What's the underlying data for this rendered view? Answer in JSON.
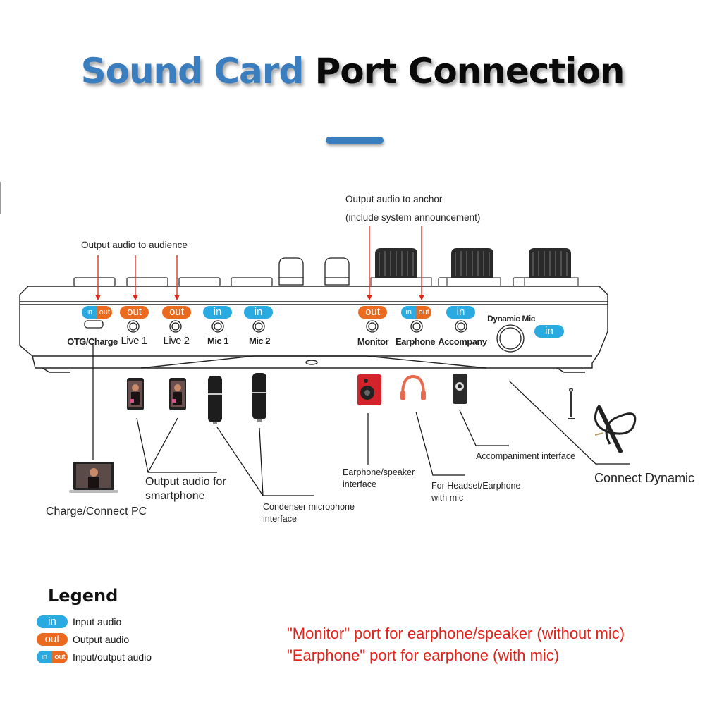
{
  "title": {
    "part1": "Sound Card",
    "part2": "Port Connection"
  },
  "colors": {
    "title_blue": "#3a7ebf",
    "in": "#29abe2",
    "out": "#ea6a1f",
    "arrow_red": "#e2231a",
    "note_red": "#e2231a"
  },
  "annotations": {
    "audience": "Output audio to audience",
    "anchor_line1": "Output audio to anchor",
    "anchor_line2": "(include system announcement)"
  },
  "ports": [
    {
      "id": "otg",
      "label": "OTG/Charge",
      "type": "io",
      "in": "in",
      "out": "out"
    },
    {
      "id": "live1",
      "label": "Live 1",
      "type": "out",
      "tag": "out"
    },
    {
      "id": "live2",
      "label": "Live 2",
      "type": "out",
      "tag": "out"
    },
    {
      "id": "mic1",
      "label": "Mic 1",
      "type": "in",
      "tag": "in"
    },
    {
      "id": "mic2",
      "label": "Mic 2",
      "type": "in",
      "tag": "in"
    },
    {
      "id": "monitor",
      "label": "Monitor",
      "type": "out",
      "tag": "out"
    },
    {
      "id": "earphone",
      "label": "Earphone",
      "type": "io",
      "in": "in",
      "out": "out"
    },
    {
      "id": "accompany",
      "label": "Accompany",
      "type": "in",
      "tag": "in"
    },
    {
      "id": "dynamic",
      "label": "Dynamic Mic",
      "type": "in",
      "tag": "in"
    }
  ],
  "devices": {
    "pc": "Charge/Connect PC",
    "smartphone_line1": "Output audio for",
    "smartphone_line2": "smartphone",
    "condenser_line1": "Condenser microphone",
    "condenser_line2": "interface",
    "speaker_line1": "Earphone/speaker",
    "speaker_line2": "interface",
    "headset_line1": "For Headset/Earphone",
    "headset_line2": "with mic",
    "accompaniment": "Accompaniment interface",
    "dynamic": "Connect Dynamic"
  },
  "legend": {
    "title": "Legend",
    "items": [
      {
        "type": "in",
        "tag": "in",
        "label": "Input audio"
      },
      {
        "type": "out",
        "tag": "out",
        "label": "Output audio"
      },
      {
        "type": "io",
        "in": "in",
        "out": "out",
        "label": "Input/output audio"
      }
    ]
  },
  "notes": [
    "\"Monitor\" port for earphone/speaker (without mic)",
    "\"Earphone\" port for earphone (with mic)"
  ]
}
